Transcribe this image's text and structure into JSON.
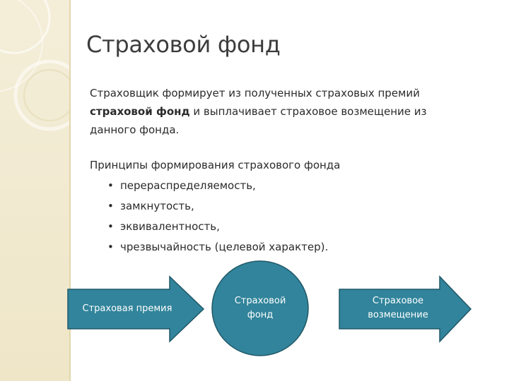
{
  "slide": {
    "title": "Страховой фонд",
    "intro": {
      "part1": "Страховщик формирует из полученных страховых премий ",
      "bold": "страховой фонд",
      "part2": " и выплачивает страховое возмещение из данного фонда."
    },
    "principles_heading": "Принципы формирования страхового фонда",
    "principles": [
      "перераспределяемость,",
      "замкнутость,",
      "эквивалентность,",
      "чрезвычайность (целевой характер)."
    ],
    "bullet_glyph": "•"
  },
  "diagram": {
    "premium_label": "Страховая премия",
    "fund_label_line1": "Страховой",
    "fund_label_line2": "фонд",
    "payout_label_line1": "Страховое",
    "payout_label_line2": "возмещение",
    "fill_color": "#31849b",
    "stroke_color": "#215968"
  }
}
